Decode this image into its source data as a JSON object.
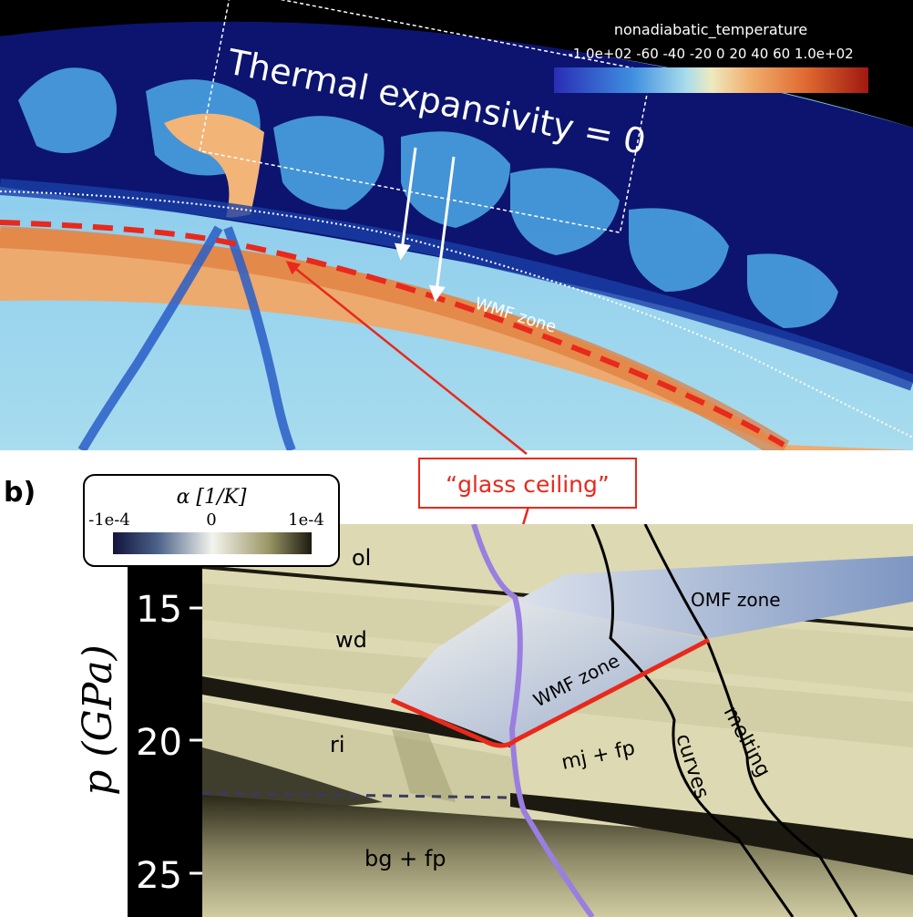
{
  "panel_a": {
    "colorbar": {
      "title": "nonadiabatic_temperature",
      "ticks": [
        "-1.0e+02",
        "-60",
        "-40",
        "-20",
        "0",
        "20",
        "40",
        "60",
        "1.0e+02"
      ],
      "colors": {
        "low": "#2a2db5",
        "mid": "#eeeac0",
        "high": "#b01a12"
      }
    },
    "annotation": "Thermal expansivity = 0",
    "zone_label": "WMF zone"
  },
  "panel_b": {
    "label": "b)",
    "colorbar": {
      "title": "α [1/K]",
      "ticks": [
        "-1e-4",
        "0",
        "1e-4"
      ]
    },
    "y_axis": {
      "label": "p (GPa)",
      "ticks": [
        "15",
        "20",
        "25"
      ]
    },
    "phase_labels": {
      "ol": "ol",
      "wd": "wd",
      "ri": "ri",
      "bg_fp": "bg + fp",
      "mj_fp": "mj + fp",
      "melting": "melting",
      "curves": "curves",
      "omf": "OMF zone",
      "wmf": "WMF zone"
    }
  },
  "callout": "“glass ceiling”",
  "colors": {
    "mantle_blue": "#0c1470",
    "ceiling_red": "#e8291c",
    "phase_tan": "#ddd9b2",
    "dark_band": "#1c1a10",
    "adiabat_purple": "#9a7ee0"
  }
}
